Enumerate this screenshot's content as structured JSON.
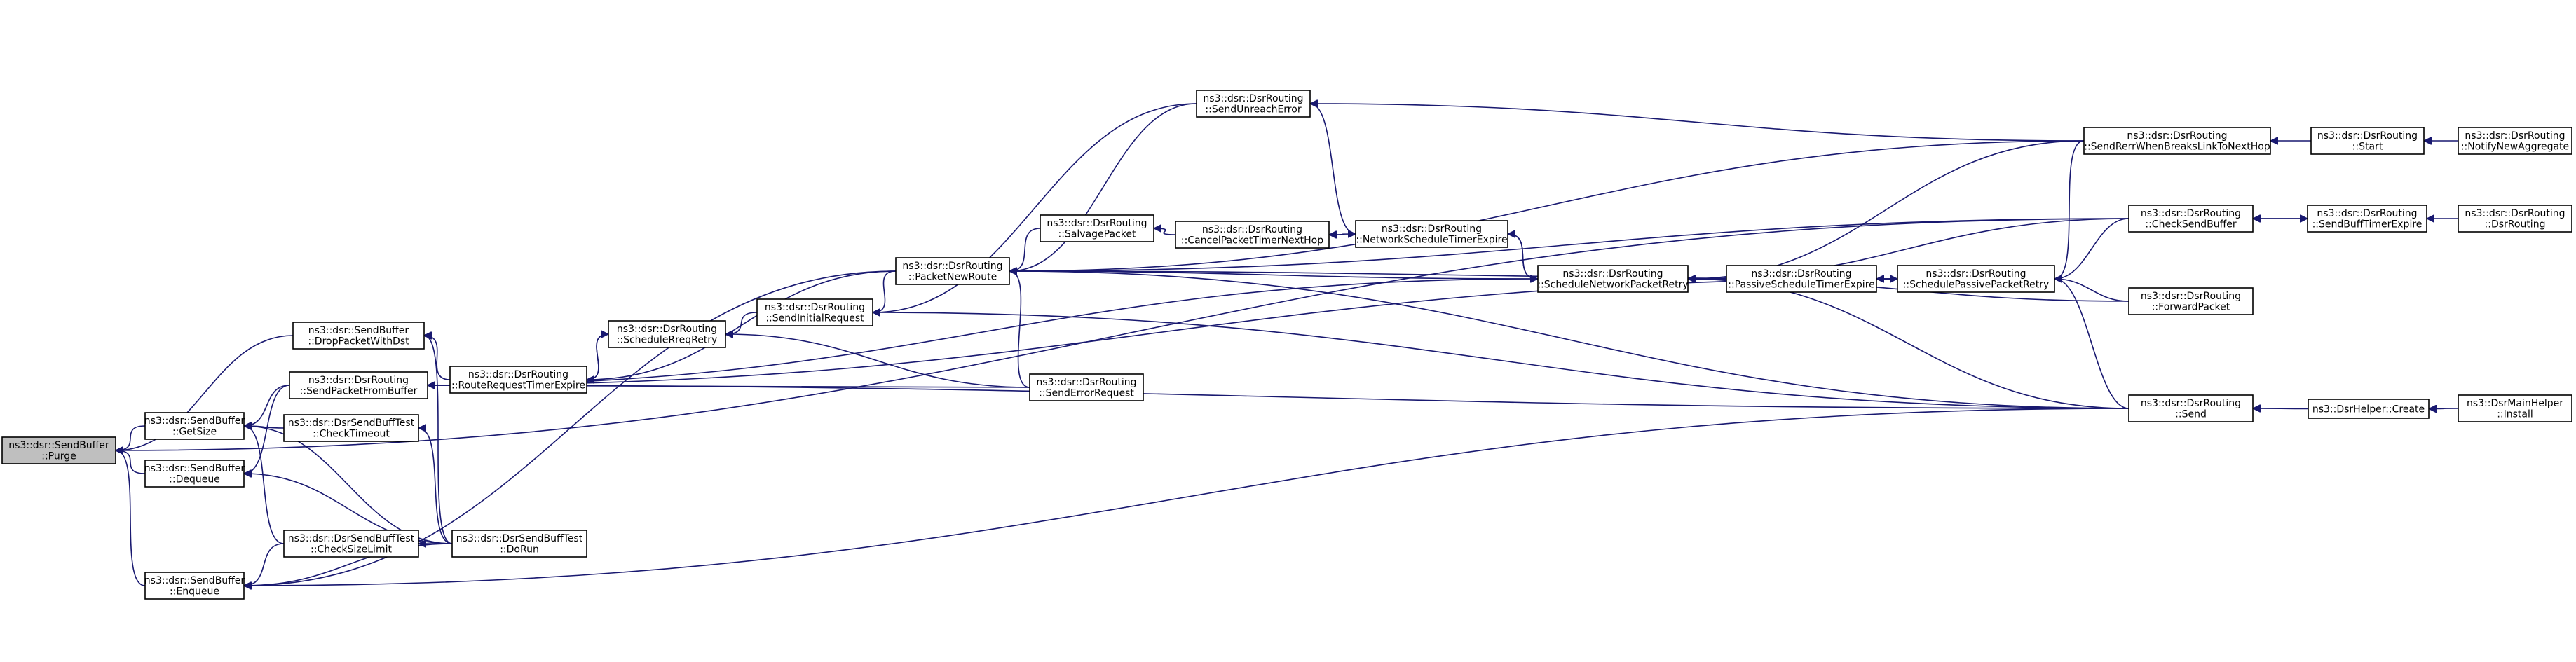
{
  "title": "",
  "root": "purge",
  "colors": {
    "edge": "#191970",
    "node_fill": "#ffffff",
    "root_fill": "#bfbfbf",
    "node_border": "#000000"
  },
  "nodes": [
    {
      "id": "purge",
      "lines": [
        "ns3::dsr::SendBuffer",
        "::Purge"
      ]
    },
    {
      "id": "getsize",
      "lines": [
        "ns3::dsr::SendBuffer",
        "::GetSize"
      ]
    },
    {
      "id": "dequeue",
      "lines": [
        "ns3::dsr::SendBuffer",
        "::Dequeue"
      ]
    },
    {
      "id": "enqueue",
      "lines": [
        "ns3::dsr::SendBuffer",
        "::Enqueue"
      ]
    },
    {
      "id": "droppacket",
      "lines": [
        "ns3::dsr::SendBuffer",
        "::DropPacketWithDst"
      ]
    },
    {
      "id": "sendpacketfrombuffer",
      "lines": [
        "ns3::dsr::DsrRouting",
        "::SendPacketFromBuffer"
      ]
    },
    {
      "id": "checktimeout",
      "lines": [
        "ns3::dsr::DsrSendBuffTest",
        "::CheckTimeout"
      ]
    },
    {
      "id": "checksizelimit",
      "lines": [
        "ns3::dsr::DsrSendBuffTest",
        "::CheckSizeLimit"
      ]
    },
    {
      "id": "dorun",
      "lines": [
        "ns3::dsr::DsrSendBuffTest",
        "::DoRun"
      ]
    },
    {
      "id": "routerequesttimerexpire",
      "lines": [
        "ns3::dsr::DsrRouting",
        "::RouteRequestTimerExpire"
      ]
    },
    {
      "id": "schedulerreqretry",
      "lines": [
        "ns3::dsr::DsrRouting",
        "::ScheduleRreqRetry"
      ]
    },
    {
      "id": "sendinitialrequest",
      "lines": [
        "ns3::dsr::DsrRouting",
        "::SendInitialRequest"
      ]
    },
    {
      "id": "packetnewroute",
      "lines": [
        "ns3::dsr::DsrRouting",
        "::PacketNewRoute"
      ]
    },
    {
      "id": "sendunreacherror",
      "lines": [
        "ns3::dsr::DsrRouting",
        "::SendUnreachError"
      ]
    },
    {
      "id": "salvagepacket",
      "lines": [
        "ns3::dsr::DsrRouting",
        "::SalvagePacket"
      ]
    },
    {
      "id": "senderrorrequest",
      "lines": [
        "ns3::dsr::DsrRouting",
        "::SendErrorRequest"
      ]
    },
    {
      "id": "cancelpackettimer",
      "lines": [
        "ns3::dsr::DsrRouting",
        "::CancelPacketTimerNextHop"
      ]
    },
    {
      "id": "networkscheduletimerexpire",
      "lines": [
        "ns3::dsr::DsrRouting",
        "::NetworkScheduleTimerExpire"
      ]
    },
    {
      "id": "schedulenetworkpacketretry",
      "lines": [
        "ns3::dsr::DsrRouting",
        "::ScheduleNetworkPacketRetry"
      ]
    },
    {
      "id": "passivescheduletimerexpire",
      "lines": [
        "ns3::dsr::DsrRouting",
        "::PassiveScheduleTimerExpire"
      ]
    },
    {
      "id": "schedulepassivepacketretry",
      "lines": [
        "ns3::dsr::DsrRouting",
        "::SchedulePassivePacketRetry"
      ]
    },
    {
      "id": "sendrerrwhenbreaks",
      "lines": [
        "ns3::dsr::DsrRouting",
        "::SendRerrWhenBreaksLinkToNextHop"
      ]
    },
    {
      "id": "checksendbuffer",
      "lines": [
        "ns3::dsr::DsrRouting",
        "::CheckSendBuffer"
      ]
    },
    {
      "id": "forwardpacket",
      "lines": [
        "ns3::dsr::DsrRouting",
        "::ForwardPacket"
      ]
    },
    {
      "id": "send",
      "lines": [
        "ns3::dsr::DsrRouting",
        "::Send"
      ]
    },
    {
      "id": "start",
      "lines": [
        "ns3::dsr::DsrRouting",
        "::Start"
      ]
    },
    {
      "id": "notifynewaggregate",
      "lines": [
        "ns3::dsr::DsrRouting",
        "::NotifyNewAggregate"
      ]
    },
    {
      "id": "sendbufftimerexpire",
      "lines": [
        "ns3::dsr::DsrRouting",
        "::SendBuffTimerExpire"
      ]
    },
    {
      "id": "dsrrouting",
      "lines": [
        "ns3::dsr::DsrRouting",
        "::DsrRouting"
      ]
    },
    {
      "id": "helpercreate",
      "lines": [
        "ns3::DsrHelper::Create"
      ]
    },
    {
      "id": "install",
      "lines": [
        "ns3::DsrMainHelper",
        "::Install"
      ]
    }
  ],
  "edges": [
    {
      "from": "getsize",
      "to": "purge"
    },
    {
      "from": "dequeue",
      "to": "purge"
    },
    {
      "from": "enqueue",
      "to": "purge"
    },
    {
      "from": "droppacket",
      "to": "purge"
    },
    {
      "from": "checksendbuffer",
      "to": "purge"
    },
    {
      "from": "sendpacketfrombuffer",
      "to": "getsize"
    },
    {
      "from": "checktimeout",
      "to": "getsize"
    },
    {
      "from": "checksizelimit",
      "to": "getsize"
    },
    {
      "from": "dorun",
      "to": "getsize"
    },
    {
      "from": "sendpacketfrombuffer",
      "to": "dequeue"
    },
    {
      "from": "dorun",
      "to": "dequeue"
    },
    {
      "from": "checksizelimit",
      "to": "enqueue"
    },
    {
      "from": "dorun",
      "to": "enqueue"
    },
    {
      "from": "packetnewroute",
      "to": "enqueue"
    },
    {
      "from": "send",
      "to": "enqueue"
    },
    {
      "from": "routerequesttimerexpire",
      "to": "droppacket"
    },
    {
      "from": "dorun",
      "to": "droppacket"
    },
    {
      "from": "dorun",
      "to": "checktimeout"
    },
    {
      "from": "dorun",
      "to": "checksizelimit"
    },
    {
      "from": "senderrorrequest",
      "to": "sendpacketfrombuffer"
    },
    {
      "from": "schedulenetworkpacketretry",
      "to": "sendpacketfrombuffer"
    },
    {
      "from": "schedulepassivepacketretry",
      "to": "sendpacketfrombuffer"
    },
    {
      "from": "send",
      "to": "sendpacketfrombuffer"
    },
    {
      "from": "schedulerreqretry",
      "to": "routerequesttimerexpire"
    },
    {
      "from": "routerequesttimerexpire",
      "to": "schedulerreqretry"
    },
    {
      "from": "sendinitialrequest",
      "to": "schedulerreqretry"
    },
    {
      "from": "senderrorrequest",
      "to": "schedulerreqretry"
    },
    {
      "from": "packetnewroute",
      "to": "routerequesttimerexpire"
    },
    {
      "from": "packetnewroute",
      "to": "sendinitialrequest"
    },
    {
      "from": "sendunreacherror",
      "to": "sendinitialrequest"
    },
    {
      "from": "send",
      "to": "sendinitialrequest"
    },
    {
      "from": "salvagepacket",
      "to": "packetnewroute"
    },
    {
      "from": "sendunreacherror",
      "to": "packetnewroute"
    },
    {
      "from": "senderrorrequest",
      "to": "packetnewroute"
    },
    {
      "from": "schedulenetworkpacketretry",
      "to": "packetnewroute"
    },
    {
      "from": "schedulepassivepacketretry",
      "to": "packetnewroute"
    },
    {
      "from": "sendrerrwhenbreaks",
      "to": "packetnewroute"
    },
    {
      "from": "checksendbuffer",
      "to": "packetnewroute"
    },
    {
      "from": "send",
      "to": "packetnewroute"
    },
    {
      "from": "cancelpackettimer",
      "to": "salvagepacket"
    },
    {
      "from": "networkscheduletimerexpire",
      "to": "cancelpackettimer"
    },
    {
      "from": "schedulenetworkpacketretry",
      "to": "networkscheduletimerexpire"
    },
    {
      "from": "networkscheduletimerexpire",
      "to": "schedulenetworkpacketretry"
    },
    {
      "from": "sendrerrwhenbreaks",
      "to": "sendunreacherror"
    },
    {
      "from": "sendunreacherror",
      "to": "networkscheduletimerexpire"
    },
    {
      "from": "passivescheduletimerexpire",
      "to": "schedulenetworkpacketretry"
    },
    {
      "from": "sendrerrwhenbreaks",
      "to": "schedulenetworkpacketretry"
    },
    {
      "from": "checksendbuffer",
      "to": "schedulenetworkpacketretry"
    },
    {
      "from": "forwardpacket",
      "to": "schedulenetworkpacketretry"
    },
    {
      "from": "send",
      "to": "schedulenetworkpacketretry"
    },
    {
      "from": "schedulepassivepacketretry",
      "to": "passivescheduletimerexpire"
    },
    {
      "from": "passivescheduletimerexpire",
      "to": "schedulepassivepacketretry"
    },
    {
      "from": "sendrerrwhenbreaks",
      "to": "schedulepassivepacketretry"
    },
    {
      "from": "checksendbuffer",
      "to": "schedulepassivepacketretry"
    },
    {
      "from": "forwardpacket",
      "to": "schedulepassivepacketretry"
    },
    {
      "from": "send",
      "to": "schedulepassivepacketretry"
    },
    {
      "from": "start",
      "to": "sendrerrwhenbreaks"
    },
    {
      "from": "notifynewaggregate",
      "to": "start"
    },
    {
      "from": "sendbufftimerexpire",
      "to": "checksendbuffer"
    },
    {
      "from": "checksendbuffer",
      "to": "sendbufftimerexpire"
    },
    {
      "from": "dsrrouting",
      "to": "sendbufftimerexpire"
    },
    {
      "from": "helpercreate",
      "to": "send"
    },
    {
      "from": "install",
      "to": "helpercreate"
    }
  ]
}
